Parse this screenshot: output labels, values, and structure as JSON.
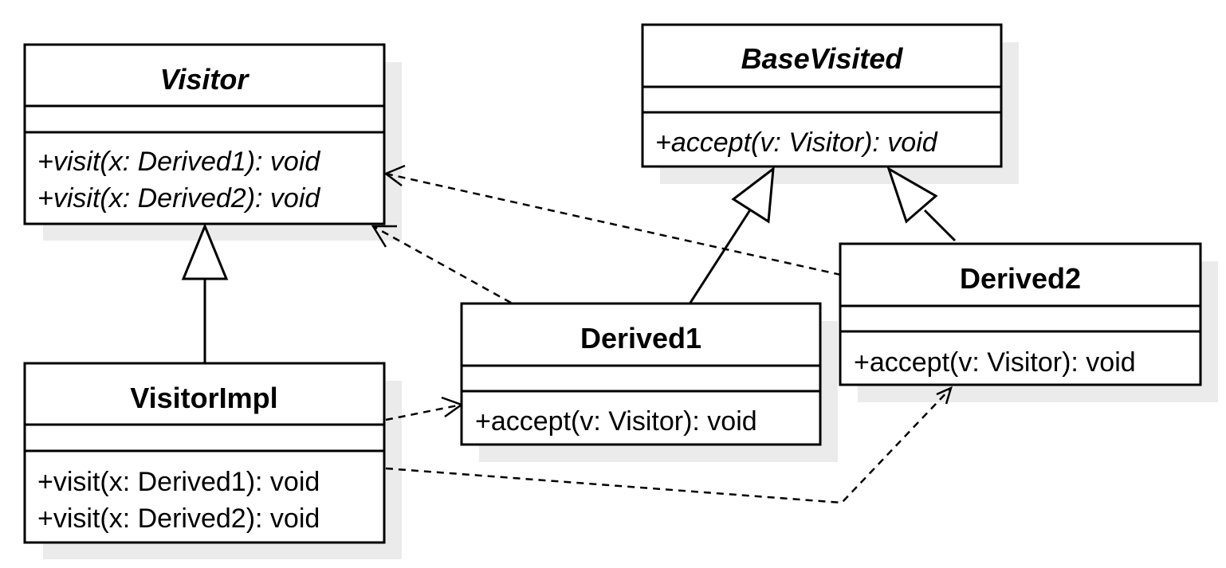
{
  "classes": {
    "visitor": {
      "name": "Visitor",
      "abstract": true,
      "attributes": [],
      "operations": [
        "+visit(x: Derived1): void",
        "+visit(x: Derived2): void"
      ]
    },
    "base_visited": {
      "name": "BaseVisited",
      "abstract": true,
      "attributes": [],
      "operations": [
        "+accept(v: Visitor): void"
      ]
    },
    "visitor_impl": {
      "name": "VisitorImpl",
      "abstract": false,
      "attributes": [],
      "operations": [
        "+visit(x: Derived1): void",
        "+visit(x: Derived2): void"
      ]
    },
    "derived1": {
      "name": "Derived1",
      "abstract": false,
      "attributes": [],
      "operations": [
        "+accept(v: Visitor): void"
      ]
    },
    "derived2": {
      "name": "Derived2",
      "abstract": false,
      "attributes": [],
      "operations": [
        "+accept(v: Visitor): void"
      ]
    }
  },
  "relationships": [
    {
      "type": "generalization",
      "from": "VisitorImpl",
      "to": "Visitor"
    },
    {
      "type": "generalization",
      "from": "Derived1",
      "to": "BaseVisited"
    },
    {
      "type": "generalization",
      "from": "Derived2",
      "to": "BaseVisited"
    },
    {
      "type": "dependency",
      "from": "Derived1",
      "to": "Visitor"
    },
    {
      "type": "dependency",
      "from": "Derived2",
      "to": "Visitor"
    },
    {
      "type": "dependency",
      "from": "VisitorImpl",
      "to": "Derived1"
    },
    {
      "type": "dependency",
      "from": "VisitorImpl",
      "to": "Derived2"
    }
  ],
  "colors": {
    "line": "#000000",
    "box_fill": "#ffffff",
    "shadow": "#ebebeb"
  }
}
